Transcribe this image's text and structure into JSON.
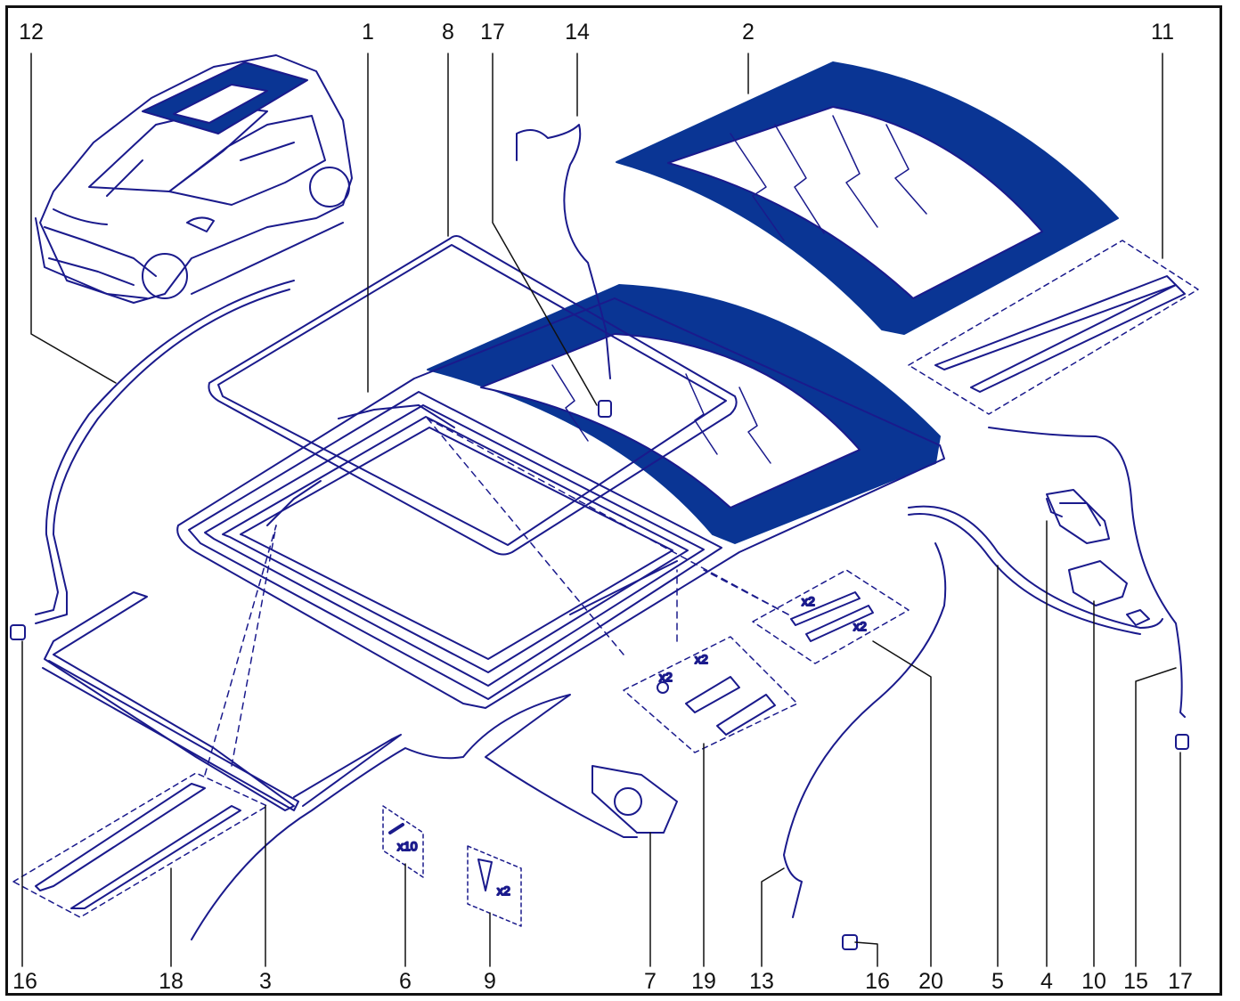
{
  "colors": {
    "ink": "#1a1a8c",
    "fill": "#0a3594",
    "frame": "#111111",
    "label": "#111111"
  },
  "callouts": {
    "top": [
      "12",
      "1",
      "8",
      "17",
      "14",
      "2",
      "11"
    ],
    "bottom": [
      "16",
      "18",
      "3",
      "6",
      "9",
      "7",
      "19",
      "13",
      "16",
      "20",
      "5",
      "4",
      "10",
      "15",
      "17"
    ]
  },
  "quantities": {
    "x2": "x2",
    "x10": "x10"
  }
}
